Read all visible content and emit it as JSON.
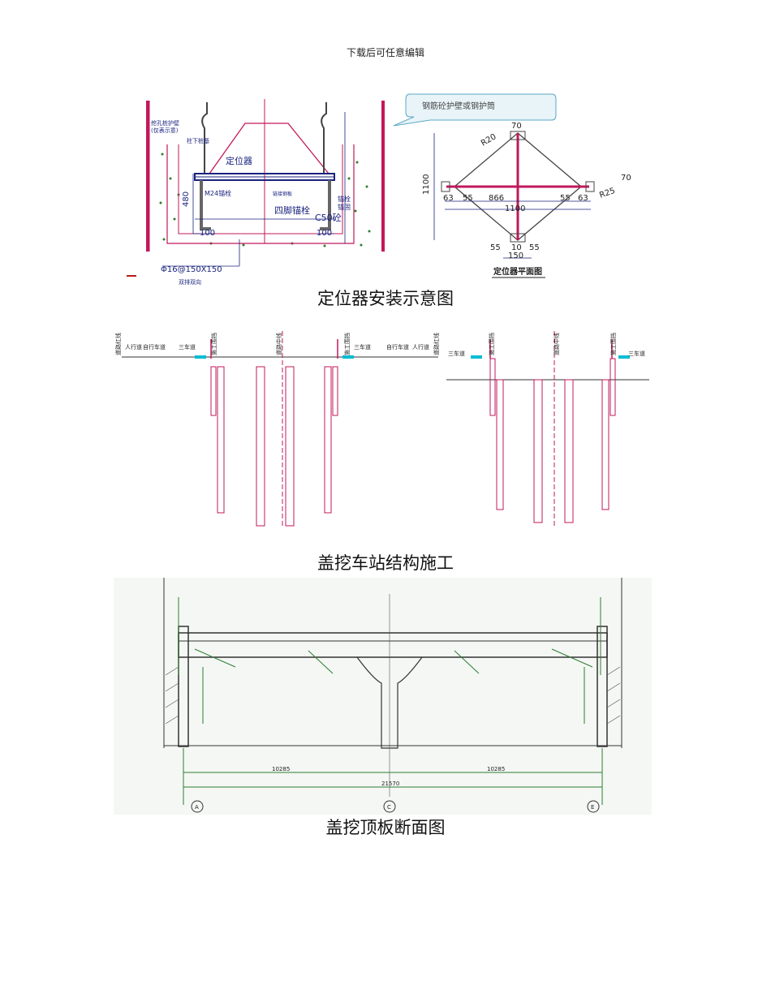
{
  "header": {
    "text": "下载后可任意编辑"
  },
  "figure1": {
    "caption": "定位器安装示意图",
    "left_labels": {
      "pile_wall": "挖孔桩护壁",
      "pile_wall_note": "(仅表示意)",
      "column_pile": "柱下桩基",
      "locator": "定位器",
      "m24_bolt": "M24锚栓",
      "steel_plate": "链接钢板",
      "four_leg_bolt": "四脚锚栓",
      "anchor_bolt": "锚栓",
      "anchor_fix": "锚固",
      "concrete": "C50砼",
      "dim_480": "480",
      "dim_100_left": "100",
      "dim_100_right": "100",
      "rebar": "Φ16@150X150",
      "rebar_note": "双排双向"
    },
    "callout": "钢筋砼护壁或钢护筒",
    "right_labels": {
      "dim_70_top": "70",
      "dim_r20": "R20",
      "dim_1100_v": "1100",
      "dim_63_left": "63",
      "dim_55_a": "55",
      "dim_866": "866",
      "dim_55_b": "55",
      "dim_63_right": "63",
      "dim_1100_h": "1100",
      "dim_70_right": "70",
      "dim_r25": "R25",
      "dim_55_c": "55",
      "dim_10": "10",
      "dim_55_d": "55",
      "dim_150": "150",
      "plan_title": "定位器平面图"
    }
  },
  "figure2": {
    "caption": "盖挖车站结构施工",
    "left_labels": {
      "road_edge_left": "道路红线",
      "sidewalk_left": "人行道",
      "bike_left": "自行车道",
      "lane_left": "三车道",
      "enclosure_left": "施工围挡",
      "road_center": "道路中线",
      "enclosure_right": "施工围挡",
      "lane_right": "三车道",
      "bike_right": "自行车道",
      "sidewalk_right": "人行道",
      "road_edge_right": "道路红线"
    },
    "right_labels": {
      "lane_left": "三车道",
      "enclosure_left": "施工围挡",
      "road_center": "道路中线",
      "enclosure_right": "施工围挡",
      "lane_right": "三车道"
    }
  },
  "figure3": {
    "caption": "盖挖顶板断面图",
    "labels": {
      "dim_total": "21570",
      "dim_left": "10285",
      "dim_right": "10285",
      "axis_left": "A",
      "axis_mid": "C",
      "axis_right": "E"
    }
  }
}
